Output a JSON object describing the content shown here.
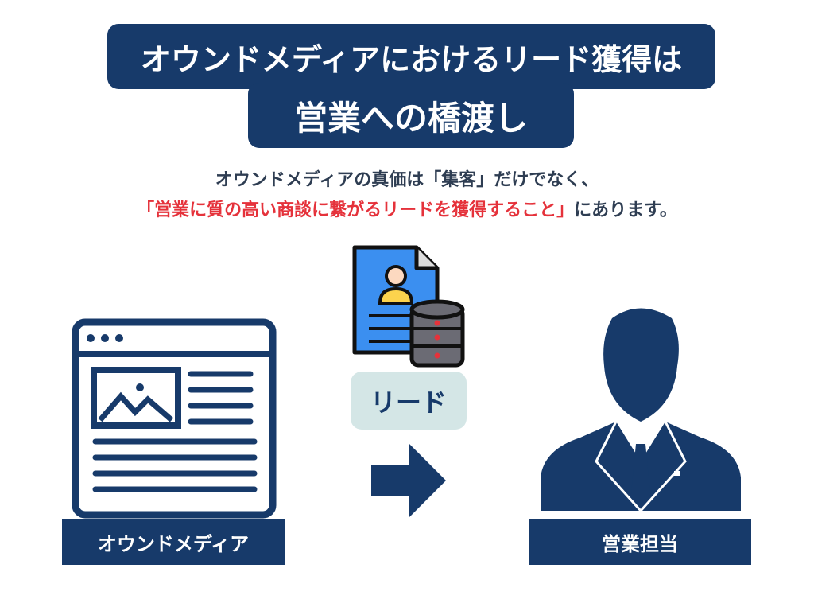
{
  "title": {
    "line1": "オウンドメディアにおけるリード獲得は",
    "line2": "営業への橋渡し"
  },
  "subtitle": {
    "line1": "オウンドメディアの真価は「集客」だけでなく、",
    "line2_highlight": "「営業に質の高い商談に繋がるリードを獲得すること」",
    "line2_rest": "にあります。"
  },
  "nodes": {
    "media": "オウンドメディア",
    "lead": "リード",
    "sales": "営業担当"
  },
  "colors": {
    "navy": "#173a6a",
    "red": "#e5323b",
    "badge": "#d4e6e6"
  }
}
